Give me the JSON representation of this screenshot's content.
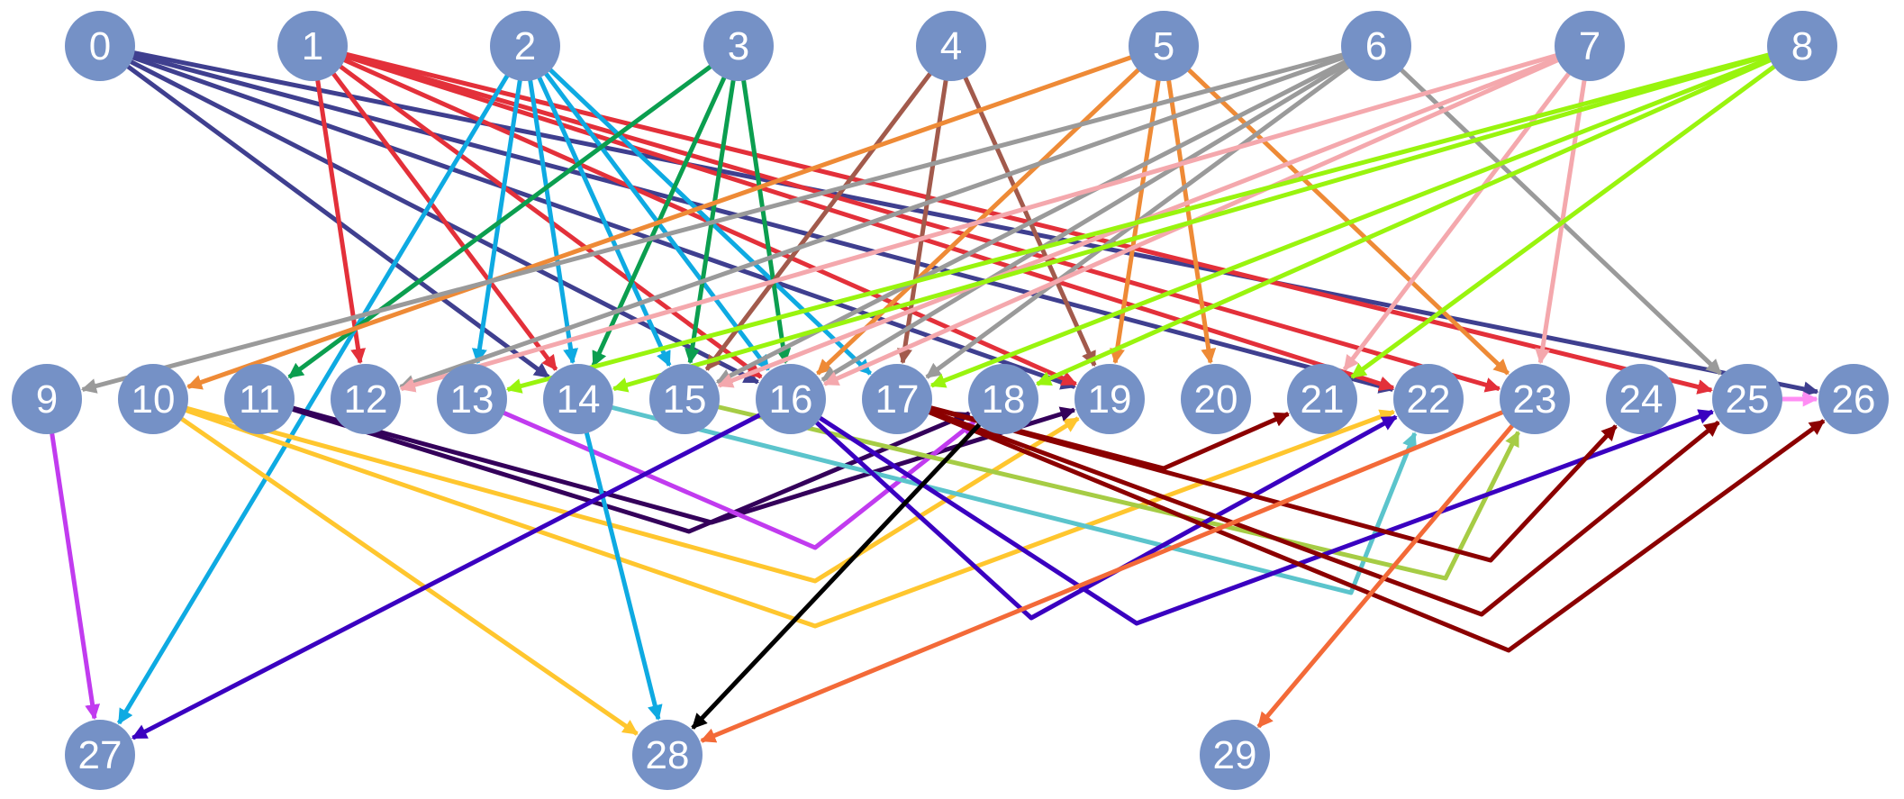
{
  "colors": {
    "node_fill": "#7591C6",
    "node_text": "#FFFFFF",
    "background": "#FFFFFF"
  },
  "nodes": [
    {
      "id": "0",
      "label": "0"
    },
    {
      "id": "1",
      "label": "1"
    },
    {
      "id": "2",
      "label": "2"
    },
    {
      "id": "3",
      "label": "3"
    },
    {
      "id": "4",
      "label": "4"
    },
    {
      "id": "5",
      "label": "5"
    },
    {
      "id": "6",
      "label": "6"
    },
    {
      "id": "7",
      "label": "7"
    },
    {
      "id": "8",
      "label": "8"
    },
    {
      "id": "9",
      "label": "9"
    },
    {
      "id": "10",
      "label": "10"
    },
    {
      "id": "11",
      "label": "11"
    },
    {
      "id": "12",
      "label": "12"
    },
    {
      "id": "13",
      "label": "13"
    },
    {
      "id": "14",
      "label": "14"
    },
    {
      "id": "15",
      "label": "15"
    },
    {
      "id": "16",
      "label": "16"
    },
    {
      "id": "17",
      "label": "17"
    },
    {
      "id": "18",
      "label": "18"
    },
    {
      "id": "19",
      "label": "19"
    },
    {
      "id": "20",
      "label": "20"
    },
    {
      "id": "21",
      "label": "21"
    },
    {
      "id": "22",
      "label": "22"
    },
    {
      "id": "23",
      "label": "23"
    },
    {
      "id": "24",
      "label": "24"
    },
    {
      "id": "25",
      "label": "25"
    },
    {
      "id": "26",
      "label": "26"
    },
    {
      "id": "27",
      "label": "27"
    },
    {
      "id": "28",
      "label": "28"
    },
    {
      "id": "29",
      "label": "29"
    }
  ],
  "edges": [
    {
      "from": "0",
      "to": "14",
      "color": "#3F3F8F"
    },
    {
      "from": "0",
      "to": "16",
      "color": "#3F3F8F"
    },
    {
      "from": "0",
      "to": "22",
      "color": "#3F3F8F"
    },
    {
      "from": "0",
      "to": "26",
      "color": "#3F3F8F"
    },
    {
      "from": "0",
      "to": "19",
      "color": "#3F3F8F"
    },
    {
      "from": "1",
      "to": "12",
      "color": "#E3303A"
    },
    {
      "from": "1",
      "to": "14",
      "color": "#E3303A"
    },
    {
      "from": "1",
      "to": "16",
      "color": "#E3303A"
    },
    {
      "from": "1",
      "to": "19",
      "color": "#E3303A"
    },
    {
      "from": "1",
      "to": "22",
      "color": "#E3303A"
    },
    {
      "from": "1",
      "to": "23",
      "color": "#E3303A"
    },
    {
      "from": "1",
      "to": "25",
      "color": "#E3303A"
    },
    {
      "from": "2",
      "to": "13",
      "color": "#0EAAE2"
    },
    {
      "from": "2",
      "to": "14",
      "color": "#0EAAE2"
    },
    {
      "from": "2",
      "to": "15",
      "color": "#0EAAE2"
    },
    {
      "from": "2",
      "to": "16",
      "color": "#0EAAE2"
    },
    {
      "from": "2",
      "to": "17",
      "color": "#0EAAE2"
    },
    {
      "from": "2",
      "to": "27",
      "color": "#0EAAE2"
    },
    {
      "from": "3",
      "to": "11",
      "color": "#0B9E4F"
    },
    {
      "from": "3",
      "to": "14",
      "color": "#0B9E4F"
    },
    {
      "from": "3",
      "to": "15",
      "color": "#0B9E4F"
    },
    {
      "from": "3",
      "to": "16",
      "color": "#0B9E4F"
    },
    {
      "from": "4",
      "to": "15",
      "color": "#A25A4C"
    },
    {
      "from": "4",
      "to": "17",
      "color": "#A25A4C"
    },
    {
      "from": "4",
      "to": "19",
      "color": "#A25A4C"
    },
    {
      "from": "5",
      "to": "10",
      "color": "#EE8A36"
    },
    {
      "from": "5",
      "to": "16",
      "color": "#EE8A36"
    },
    {
      "from": "5",
      "to": "19",
      "color": "#EE8A36"
    },
    {
      "from": "5",
      "to": "20",
      "color": "#EE8A36"
    },
    {
      "from": "5",
      "to": "23",
      "color": "#EE8A36"
    },
    {
      "from": "6",
      "to": "9",
      "color": "#9A9A9A"
    },
    {
      "from": "6",
      "to": "12",
      "color": "#9A9A9A"
    },
    {
      "from": "6",
      "to": "15",
      "color": "#9A9A9A"
    },
    {
      "from": "6",
      "to": "16",
      "color": "#9A9A9A"
    },
    {
      "from": "6",
      "to": "17",
      "color": "#9A9A9A"
    },
    {
      "from": "6",
      "to": "25",
      "color": "#9A9A9A"
    },
    {
      "from": "7",
      "to": "12",
      "color": "#F4A8AD"
    },
    {
      "from": "7",
      "to": "15",
      "color": "#F4A8AD"
    },
    {
      "from": "7",
      "to": "16",
      "color": "#F4A8AD"
    },
    {
      "from": "7",
      "to": "21",
      "color": "#F4A8AD"
    },
    {
      "from": "7",
      "to": "23",
      "color": "#F4A8AD"
    },
    {
      "from": "8",
      "to": "13",
      "color": "#99F40E"
    },
    {
      "from": "8",
      "to": "14",
      "color": "#99F40E"
    },
    {
      "from": "8",
      "to": "17",
      "color": "#99F40E"
    },
    {
      "from": "8",
      "to": "18",
      "color": "#99F40E"
    },
    {
      "from": "8",
      "to": "21",
      "color": "#99F40E"
    },
    {
      "from": "9",
      "to": "27",
      "color": "#C13BEF"
    },
    {
      "from": "10",
      "to": "28",
      "color": "#FFC62E"
    },
    {
      "from": "10",
      "to": "22",
      "color": "#FFC62E"
    },
    {
      "from": "10",
      "to": "19",
      "color": "#FFC62E"
    },
    {
      "from": "11",
      "to": "18",
      "color": "#34005A"
    },
    {
      "from": "11",
      "to": "19",
      "color": "#34005A"
    },
    {
      "from": "13",
      "to": "18",
      "color": "#C13BEF"
    },
    {
      "from": "14",
      "to": "28",
      "color": "#0EAAE2"
    },
    {
      "from": "14",
      "to": "22",
      "color": "#5BC4CC"
    },
    {
      "from": "15",
      "to": "23",
      "color": "#A6CC45"
    },
    {
      "from": "16",
      "to": "27",
      "color": "#3A00C0"
    },
    {
      "from": "16",
      "to": "22",
      "color": "#3A00C0"
    },
    {
      "from": "16",
      "to": "25",
      "color": "#3A00C0"
    },
    {
      "from": "17",
      "to": "21",
      "color": "#8B0000"
    },
    {
      "from": "17",
      "to": "24",
      "color": "#8B0000"
    },
    {
      "from": "17",
      "to": "25",
      "color": "#8B0000"
    },
    {
      "from": "17",
      "to": "26",
      "color": "#8B0000"
    },
    {
      "from": "18",
      "to": "28",
      "color": "#000000"
    },
    {
      "from": "23",
      "to": "28",
      "color": "#F36A38"
    },
    {
      "from": "23",
      "to": "29",
      "color": "#F36A38"
    },
    {
      "from": "25",
      "to": "26",
      "color": "#FF8DF4"
    }
  ]
}
